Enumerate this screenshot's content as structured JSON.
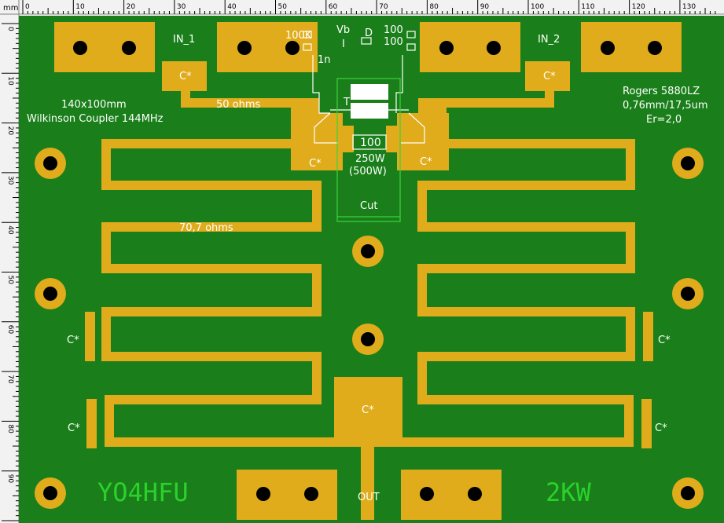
{
  "ruler": {
    "unit": "mm",
    "h_ticks": [
      "0",
      "10",
      "20",
      "30",
      "40",
      "50",
      "60",
      "70",
      "80",
      "90",
      "100",
      "110",
      "120",
      "130"
    ],
    "v_ticks": [
      "0",
      "10",
      "20",
      "30",
      "40",
      "50",
      "60",
      "70",
      "80",
      "90"
    ]
  },
  "board": {
    "labels": {
      "in1": "IN_1",
      "in2": "IN_2",
      "size": "140x100mm",
      "title": "Wilkinson Coupler 144MHz",
      "material": "Rogers 5880LZ",
      "thickness": "0,76mm/17,5um",
      "er": "Er=2,0",
      "ohms50": "50 ohms",
      "ohms707": "70,7 ohms",
      "out": "OUT",
      "call": "YO4HFU",
      "power": "2KW",
      "res_value": "100",
      "res_power1": "250W",
      "res_power2": "(500W)",
      "cut": "Cut",
      "r100k": "100K",
      "vb": "Vb",
      "d": "D",
      "r100a": "100",
      "r100b": "100",
      "i_mark": "I",
      "c1n": "1n",
      "t": "T"
    },
    "cap_label": "C*",
    "colors": {
      "board": "#1a7f1a",
      "copper": "#e0ac1c",
      "silk": "#ffffff",
      "brand": "#2bd12b",
      "hole": "#000000",
      "cut_box": "#3fd13f"
    }
  }
}
